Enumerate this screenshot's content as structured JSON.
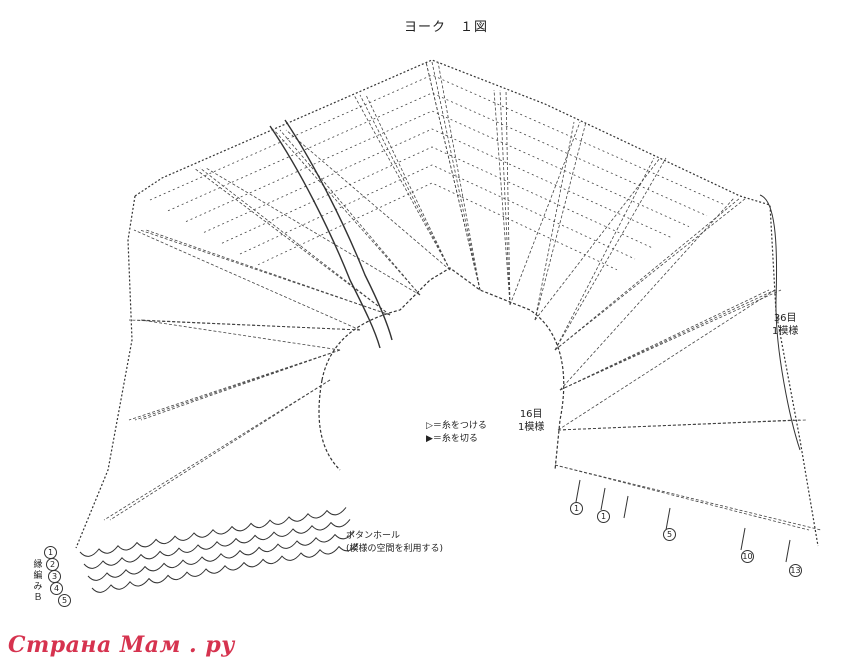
{
  "diagram": {
    "title": "ヨーク　１図",
    "repeat_outer": {
      "count": "36目",
      "pattern": "1模様"
    },
    "repeat_inner": {
      "count": "16目",
      "pattern": "1模様"
    },
    "legend": [
      {
        "symbol": "▷",
        "text": "＝糸をつける"
      },
      {
        "symbol": "▶",
        "text": "＝糸を切る"
      }
    ],
    "buttonhole": {
      "line1": "ボタンホール",
      "line2": "(模様の空間を利用する)"
    },
    "edging": {
      "label": "縁編みＢ"
    },
    "edge_rows": [
      "1",
      "2",
      "3",
      "4",
      "5"
    ],
    "right_row_markers": [
      "1",
      "1",
      "5",
      "10",
      "13"
    ]
  },
  "watermark": {
    "text": "Страна Мам . ру",
    "color": "#d6334f"
  },
  "colors": {
    "line": "#333333",
    "background": "#ffffff"
  }
}
